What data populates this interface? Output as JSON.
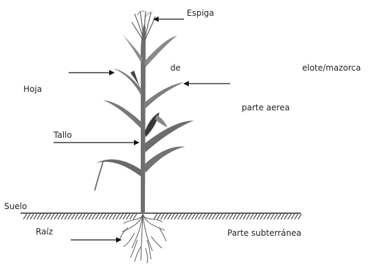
{
  "labels": {
    "espiga": "Espiga",
    "de": "de",
    "elote": "elote/mazorca",
    "hoja": "Hoja",
    "parte_aerea": "parte aerea",
    "tallo": "Tallo",
    "suelo": "Suelo",
    "raiz": "Raíz",
    "parte_subterranea": "Parte subterránea"
  },
  "colors": {
    "plant": "#6f6f6f",
    "plant_dark": "#3a3a3a",
    "leaf_light": "#9a9a9a",
    "text": "#222222",
    "line": "#111111"
  }
}
